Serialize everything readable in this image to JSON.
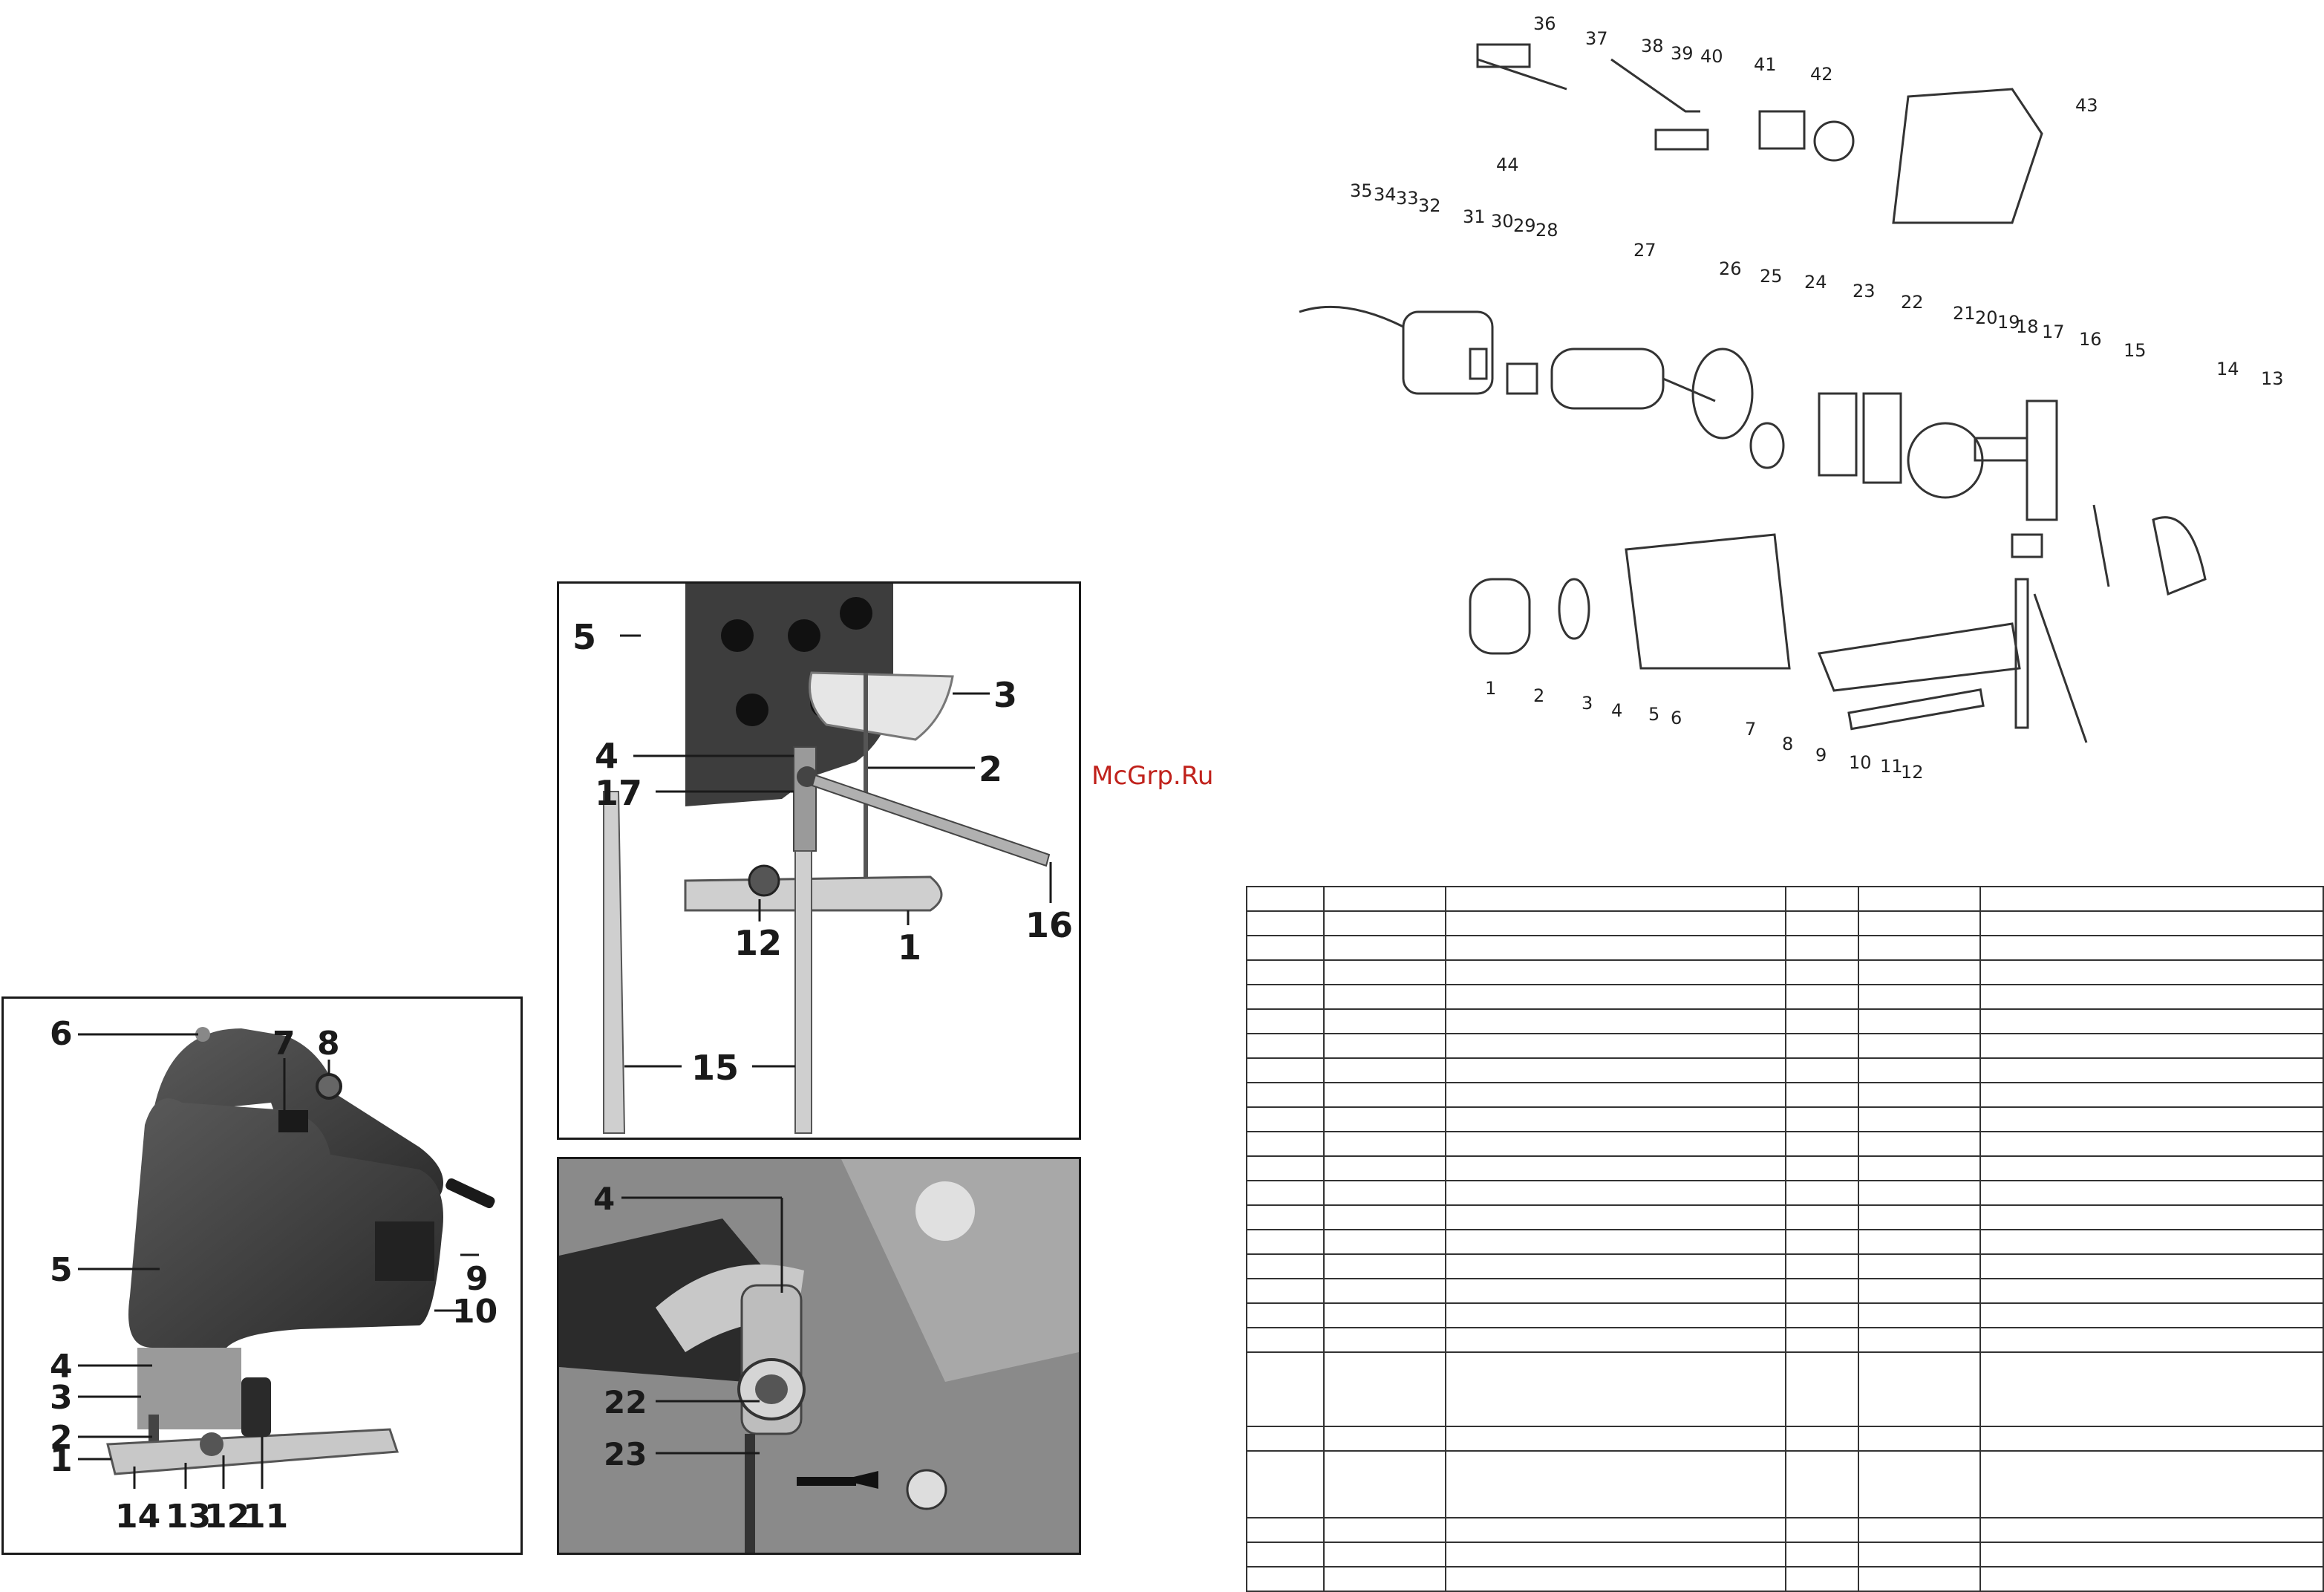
{
  "watermark": "McGrp.Ru",
  "tool_view": {
    "callouts": [
      "6",
      "7",
      "8",
      "5",
      "9",
      "10",
      "4",
      "3",
      "2",
      "1",
      "14",
      "13",
      "12",
      "11"
    ]
  },
  "blade_view": {
    "callouts": [
      "5",
      "3",
      "4",
      "2",
      "17",
      "16",
      "12",
      "1",
      "15"
    ]
  },
  "guide_view": {
    "callouts": [
      "4",
      "22",
      "23"
    ]
  },
  "exploded_view": {
    "labels": [
      "1",
      "2",
      "3",
      "4",
      "5",
      "6",
      "7",
      "8",
      "9",
      "10",
      "11",
      "12",
      "13",
      "14",
      "15",
      "16",
      "17",
      "18",
      "19",
      "20",
      "21",
      "22",
      "23",
      "24",
      "25",
      "26",
      "27",
      "28",
      "29",
      "30",
      "31",
      "32",
      "33",
      "34",
      "35",
      "36",
      "37",
      "38",
      "39",
      "40",
      "41",
      "42",
      "43",
      "44"
    ]
  },
  "parts_table": {
    "columns": 6,
    "rows": 25
  },
  "colors": {
    "watermark": "#c0221c",
    "tool_body": "#3a3a3a",
    "metal": "#b5b5b5"
  }
}
